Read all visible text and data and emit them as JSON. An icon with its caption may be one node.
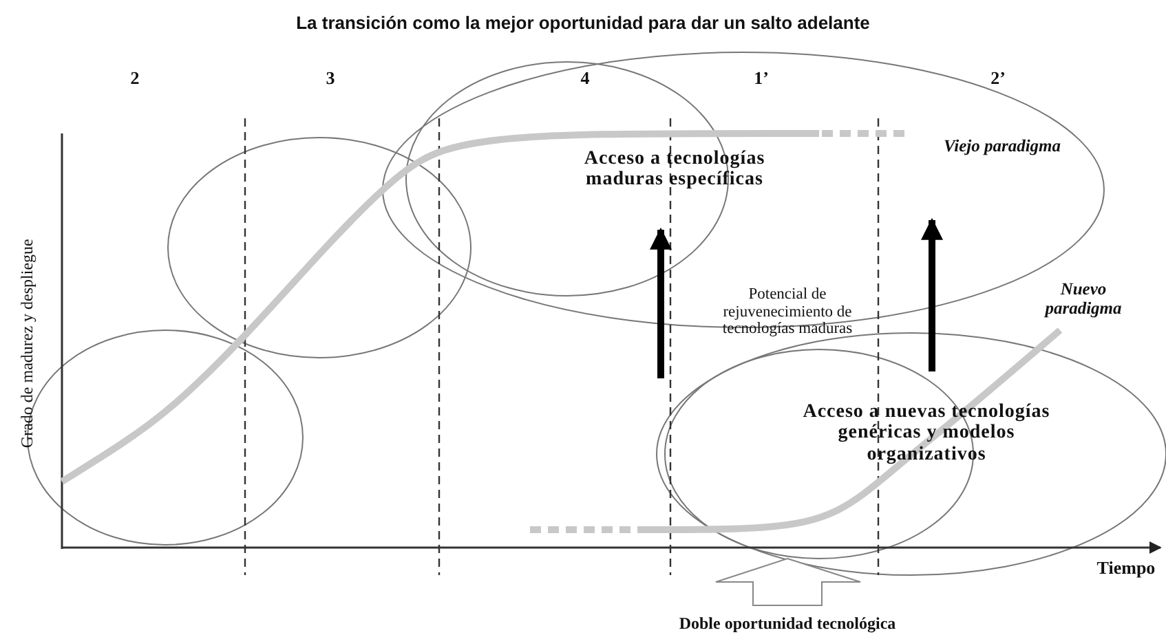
{
  "diagram": {
    "title": "La transición como la mejor oportunidad para dar un salto adelante",
    "labels": [
      "2",
      "3",
      "4",
      "1’",
      "2’",
      "Viejo paradigma",
      "Acceso a tecnologías maduras específicas",
      "Potencial de rejuvenecimiento de tecnologías maduras",
      "Nuevo paradigma",
      "Acceso a nuevas tecnologías genéricas y modelos organizativos",
      "Grado de madurez y despliegue",
      "Tiempo",
      "Doble oportunidad tecnológica"
    ]
  }
}
